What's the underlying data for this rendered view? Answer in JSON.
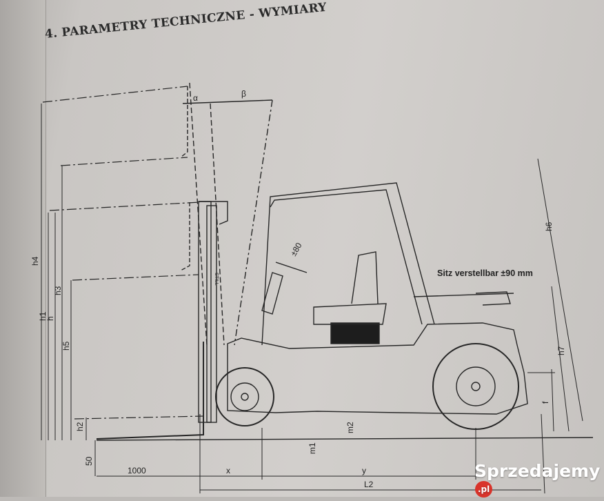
{
  "title": "4. PARAMETRY TECHNICZNE - WYMIARY",
  "labels": {
    "alpha": "α",
    "beta": "β",
    "steering": "±80",
    "seat": "Sitz verstellbar  ±90 mm",
    "mast_brand": "STILL",
    "h6": "h6",
    "h7": "h7",
    "f": "f",
    "h4": "h4",
    "h1": "h1",
    "h": "h",
    "h3": "h3",
    "h5": "h5",
    "h2": "h2",
    "d50": "50",
    "d1000": "1000",
    "x": "x",
    "y": "y",
    "L2": "L2",
    "m1": "m1",
    "m2": "m2"
  },
  "watermark": {
    "text": "Sprzedajemy",
    "suffix": ".pl"
  }
}
